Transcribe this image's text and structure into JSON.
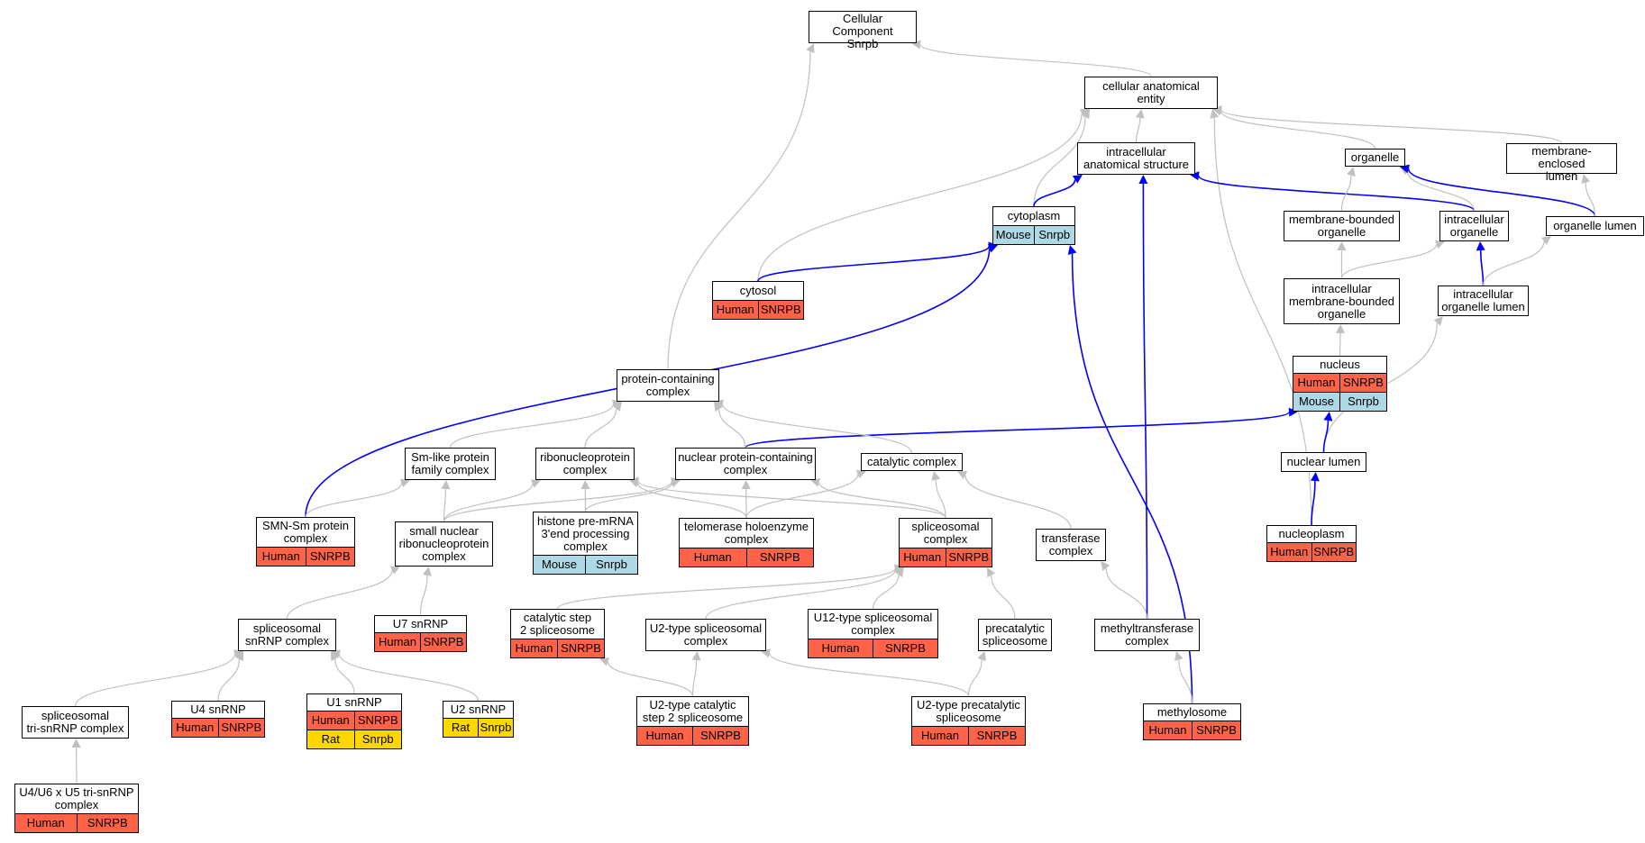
{
  "colors": {
    "human": "#ff6347",
    "mouse": "#add8e6",
    "rat": "#ffd700",
    "edge_gray": "#c0c0c0",
    "edge_blue": "#0000ff"
  },
  "nodes": [
    {
      "id": "cc_root",
      "label": "Cellular Component\nSnrpb",
      "rows": []
    },
    {
      "id": "cae",
      "label": "cellular anatomical\nentity",
      "rows": []
    },
    {
      "id": "ias",
      "label": "intracellular\nanatomical structure",
      "rows": []
    },
    {
      "id": "organelle",
      "label": "organelle",
      "rows": []
    },
    {
      "id": "mel",
      "label": "membrane-enclosed\nlumen",
      "rows": []
    },
    {
      "id": "cytoplasm",
      "label": "cytoplasm",
      "rows": [
        {
          "species": "Mouse",
          "gene": "Snrpb",
          "kind": "mouse"
        }
      ]
    },
    {
      "id": "mbo",
      "label": "membrane-bounded\norganelle",
      "rows": []
    },
    {
      "id": "io",
      "label": "intracellular\norganelle",
      "rows": []
    },
    {
      "id": "ol",
      "label": "organelle lumen",
      "rows": []
    },
    {
      "id": "cytosol",
      "label": "cytosol",
      "rows": [
        {
          "species": "Human",
          "gene": "SNRPB",
          "kind": "human"
        }
      ]
    },
    {
      "id": "imbo",
      "label": "intracellular\nmembrane-bounded\norganelle",
      "rows": []
    },
    {
      "id": "iol",
      "label": "intracellular\norganelle lumen",
      "rows": []
    },
    {
      "id": "pcc",
      "label": "protein-containing\ncomplex",
      "rows": []
    },
    {
      "id": "nucleus",
      "label": "nucleus",
      "rows": [
        {
          "species": "Human",
          "gene": "SNRPB",
          "kind": "human"
        },
        {
          "species": "Mouse",
          "gene": "Snrpb",
          "kind": "mouse"
        }
      ]
    },
    {
      "id": "smlike",
      "label": "Sm-like protein\nfamily complex",
      "rows": []
    },
    {
      "id": "rnp",
      "label": "ribonucleoprotein\ncomplex",
      "rows": []
    },
    {
      "id": "npcc",
      "label": "nuclear protein-containing\ncomplex",
      "rows": []
    },
    {
      "id": "catc",
      "label": "catalytic complex",
      "rows": []
    },
    {
      "id": "nlumen",
      "label": "nuclear lumen",
      "rows": []
    },
    {
      "id": "smnsm",
      "label": "SMN-Sm protein\ncomplex",
      "rows": [
        {
          "species": "Human",
          "gene": "SNRPB",
          "kind": "human"
        }
      ]
    },
    {
      "id": "snrnp",
      "label": "small nuclear\nribonucleoprotein\ncomplex",
      "rows": []
    },
    {
      "id": "histone",
      "label": "histone pre-mRNA\n3'end processing\ncomplex",
      "rows": [
        {
          "species": "Mouse",
          "gene": "Snrpb",
          "kind": "mouse"
        }
      ]
    },
    {
      "id": "telo",
      "label": "telomerase holoenzyme\ncomplex",
      "rows": [
        {
          "species": "Human",
          "gene": "SNRPB",
          "kind": "human"
        }
      ]
    },
    {
      "id": "splc",
      "label": "spliceosomal\ncomplex",
      "rows": [
        {
          "species": "Human",
          "gene": "SNRPB",
          "kind": "human"
        }
      ]
    },
    {
      "id": "transf",
      "label": "transferase\ncomplex",
      "rows": []
    },
    {
      "id": "nucleoplasm",
      "label": "nucleoplasm",
      "rows": [
        {
          "species": "Human",
          "gene": "SNRPB",
          "kind": "human"
        }
      ]
    },
    {
      "id": "spsnrnp",
      "label": "spliceosomal\nsnRNP complex",
      "rows": []
    },
    {
      "id": "u7",
      "label": "U7 snRNP",
      "rows": [
        {
          "species": "Human",
          "gene": "SNRPB",
          "kind": "human"
        }
      ]
    },
    {
      "id": "cs2",
      "label": "catalytic step\n2 spliceosome",
      "rows": [
        {
          "species": "Human",
          "gene": "SNRPB",
          "kind": "human"
        }
      ]
    },
    {
      "id": "u2type",
      "label": "U2-type spliceosomal\ncomplex",
      "rows": []
    },
    {
      "id": "u12type",
      "label": "U12-type spliceosomal\ncomplex",
      "rows": [
        {
          "species": "Human",
          "gene": "SNRPB",
          "kind": "human"
        }
      ]
    },
    {
      "id": "precat",
      "label": "precatalytic\nspliceosome",
      "rows": []
    },
    {
      "id": "methyltr",
      "label": "methyltransferase\ncomplex",
      "rows": []
    },
    {
      "id": "tri",
      "label": "spliceosomal\ntri-snRNP complex",
      "rows": []
    },
    {
      "id": "u4",
      "label": "U4 snRNP",
      "rows": [
        {
          "species": "Human",
          "gene": "SNRPB",
          "kind": "human"
        }
      ]
    },
    {
      "id": "u1",
      "label": "U1 snRNP",
      "rows": [
        {
          "species": "Human",
          "gene": "SNRPB",
          "kind": "human"
        },
        {
          "species": "Rat",
          "gene": "Snrpb",
          "kind": "rat"
        }
      ]
    },
    {
      "id": "u2",
      "label": "U2 snRNP",
      "rows": [
        {
          "species": "Rat",
          "gene": "Snrpb",
          "kind": "rat"
        }
      ]
    },
    {
      "id": "u2cat",
      "label": "U2-type catalytic\nstep 2 spliceosome",
      "rows": [
        {
          "species": "Human",
          "gene": "SNRPB",
          "kind": "human"
        }
      ]
    },
    {
      "id": "u2pre",
      "label": "U2-type precatalytic\nspliceosome",
      "rows": [
        {
          "species": "Human",
          "gene": "SNRPB",
          "kind": "human"
        }
      ]
    },
    {
      "id": "methylosome",
      "label": "methylosome",
      "rows": [
        {
          "species": "Human",
          "gene": "SNRPB",
          "kind": "human"
        }
      ]
    },
    {
      "id": "u4u6",
      "label": "U4/U6 x U5 tri-snRNP\ncomplex",
      "rows": [
        {
          "species": "Human",
          "gene": "SNRPB",
          "kind": "human"
        }
      ]
    }
  ],
  "edges": [
    {
      "from": "cae",
      "to": "cc_root",
      "color": "gray"
    },
    {
      "from": "pcc",
      "to": "cc_root",
      "color": "gray"
    },
    {
      "from": "ias",
      "to": "cae",
      "color": "gray"
    },
    {
      "from": "organelle",
      "to": "cae",
      "color": "gray"
    },
    {
      "from": "mel",
      "to": "cae",
      "color": "gray"
    },
    {
      "from": "cytoplasm",
      "to": "cae",
      "color": "gray"
    },
    {
      "from": "cytosol",
      "to": "cae",
      "color": "gray"
    },
    {
      "from": "nucleoplasm",
      "to": "cae",
      "color": "gray"
    },
    {
      "from": "cytoplasm",
      "to": "ias",
      "color": "blue"
    },
    {
      "from": "io",
      "to": "ias",
      "color": "blue"
    },
    {
      "from": "methyltr",
      "to": "ias",
      "color": "blue"
    },
    {
      "from": "mbo",
      "to": "organelle",
      "color": "gray"
    },
    {
      "from": "io",
      "to": "organelle",
      "color": "gray"
    },
    {
      "from": "ol",
      "to": "organelle",
      "color": "blue"
    },
    {
      "from": "ol",
      "to": "mel",
      "color": "gray"
    },
    {
      "from": "imbo",
      "to": "mbo",
      "color": "gray"
    },
    {
      "from": "imbo",
      "to": "io",
      "color": "gray"
    },
    {
      "from": "iol",
      "to": "io",
      "color": "blue"
    },
    {
      "from": "iol",
      "to": "ol",
      "color": "gray"
    },
    {
      "from": "nucleus",
      "to": "imbo",
      "color": "gray"
    },
    {
      "from": "nlumen",
      "to": "iol",
      "color": "gray"
    },
    {
      "from": "nlumen",
      "to": "nucleus",
      "color": "blue"
    },
    {
      "from": "nucleoplasm",
      "to": "nlumen",
      "color": "blue"
    },
    {
      "from": "cytosol",
      "to": "cytoplasm",
      "color": "blue"
    },
    {
      "from": "smnsm",
      "to": "cytoplasm",
      "color": "blue"
    },
    {
      "from": "methylosome",
      "to": "cytoplasm",
      "color": "blue"
    },
    {
      "from": "npcc",
      "to": "nucleus",
      "color": "blue"
    },
    {
      "from": "smlike",
      "to": "pcc",
      "color": "gray"
    },
    {
      "from": "rnp",
      "to": "pcc",
      "color": "gray"
    },
    {
      "from": "npcc",
      "to": "pcc",
      "color": "gray"
    },
    {
      "from": "catc",
      "to": "pcc",
      "color": "gray"
    },
    {
      "from": "smnsm",
      "to": "smlike",
      "color": "gray"
    },
    {
      "from": "snrnp",
      "to": "smlike",
      "color": "gray"
    },
    {
      "from": "snrnp",
      "to": "rnp",
      "color": "gray"
    },
    {
      "from": "snrnp",
      "to": "npcc",
      "color": "gray"
    },
    {
      "from": "histone",
      "to": "rnp",
      "color": "gray"
    },
    {
      "from": "histone",
      "to": "npcc",
      "color": "gray"
    },
    {
      "from": "telo",
      "to": "rnp",
      "color": "gray"
    },
    {
      "from": "telo",
      "to": "npcc",
      "color": "gray"
    },
    {
      "from": "telo",
      "to": "catc",
      "color": "gray"
    },
    {
      "from": "splc",
      "to": "rnp",
      "color": "gray"
    },
    {
      "from": "splc",
      "to": "npcc",
      "color": "gray"
    },
    {
      "from": "splc",
      "to": "catc",
      "color": "gray"
    },
    {
      "from": "transf",
      "to": "catc",
      "color": "gray"
    },
    {
      "from": "methyltr",
      "to": "transf",
      "color": "gray"
    },
    {
      "from": "methylosome",
      "to": "methyltr",
      "color": "gray"
    },
    {
      "from": "spsnrnp",
      "to": "snrnp",
      "color": "gray"
    },
    {
      "from": "u7",
      "to": "snrnp",
      "color": "gray"
    },
    {
      "from": "cs2",
      "to": "splc",
      "color": "gray"
    },
    {
      "from": "u2type",
      "to": "splc",
      "color": "gray"
    },
    {
      "from": "u12type",
      "to": "splc",
      "color": "gray"
    },
    {
      "from": "precat",
      "to": "splc",
      "color": "gray"
    },
    {
      "from": "tri",
      "to": "spsnrnp",
      "color": "gray"
    },
    {
      "from": "u4",
      "to": "spsnrnp",
      "color": "gray"
    },
    {
      "from": "u1",
      "to": "spsnrnp",
      "color": "gray"
    },
    {
      "from": "u2",
      "to": "spsnrnp",
      "color": "gray"
    },
    {
      "from": "u2cat",
      "to": "cs2",
      "color": "gray"
    },
    {
      "from": "u2cat",
      "to": "u2type",
      "color": "gray"
    },
    {
      "from": "u2pre",
      "to": "u2type",
      "color": "gray"
    },
    {
      "from": "u2pre",
      "to": "precat",
      "color": "gray"
    },
    {
      "from": "u4u6",
      "to": "tri",
      "color": "gray"
    }
  ]
}
